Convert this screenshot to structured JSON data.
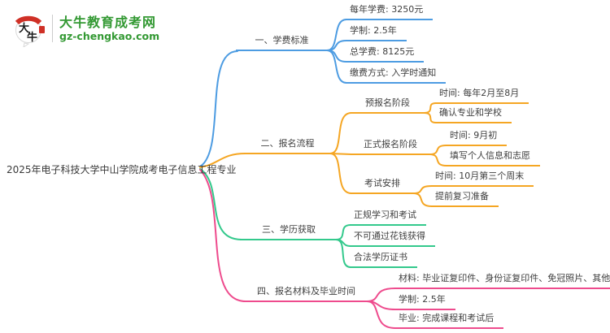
{
  "logo": {
    "icon_text": "大牛",
    "title": "大牛教育成考网",
    "domain": "gz-chengkao.com"
  },
  "colors": {
    "branch1_blue": "#4d9ce2",
    "branch2_orange": "#f5a623",
    "branch3_green": "#33c98c",
    "branch4_pink": "#ee4b8d",
    "text": "#3e3e3e",
    "logo_green": "#339933",
    "logo_red": "#cf3026"
  },
  "root": {
    "label": "2025年电子科技大学中山学院成考电子信息工程专业"
  },
  "branches": [
    {
      "label": "一、学费标准",
      "children": [
        {
          "label": "每年学费: 3250元"
        },
        {
          "label": "学制: 2.5年"
        },
        {
          "label": "总学费: 8125元"
        },
        {
          "label": "缴费方式: 入学时通知"
        }
      ]
    },
    {
      "label": "二、报名流程",
      "children": [
        {
          "label": "预报名阶段",
          "children": [
            {
              "label": "时间: 每年2月至8月"
            },
            {
              "label": "确认专业和学校"
            }
          ]
        },
        {
          "label": "正式报名阶段",
          "children": [
            {
              "label": "时间: 9月初"
            },
            {
              "label": "填写个人信息和志愿"
            }
          ]
        },
        {
          "label": "考试安排",
          "children": [
            {
              "label": "时间: 10月第三个周末"
            },
            {
              "label": "提前复习准备"
            }
          ]
        }
      ]
    },
    {
      "label": "三、学历获取",
      "children": [
        {
          "label": "正规学习和考试"
        },
        {
          "label": "不可通过花钱获得"
        },
        {
          "label": "合法学历证书"
        }
      ]
    },
    {
      "label": "四、报名材料及毕业时间",
      "children": [
        {
          "label": "材料: 毕业证复印件、身份证复印件、免冠照片、其他材料"
        },
        {
          "label": "学制: 2.5年"
        },
        {
          "label": "毕业: 完成课程和考试后"
        }
      ]
    }
  ]
}
